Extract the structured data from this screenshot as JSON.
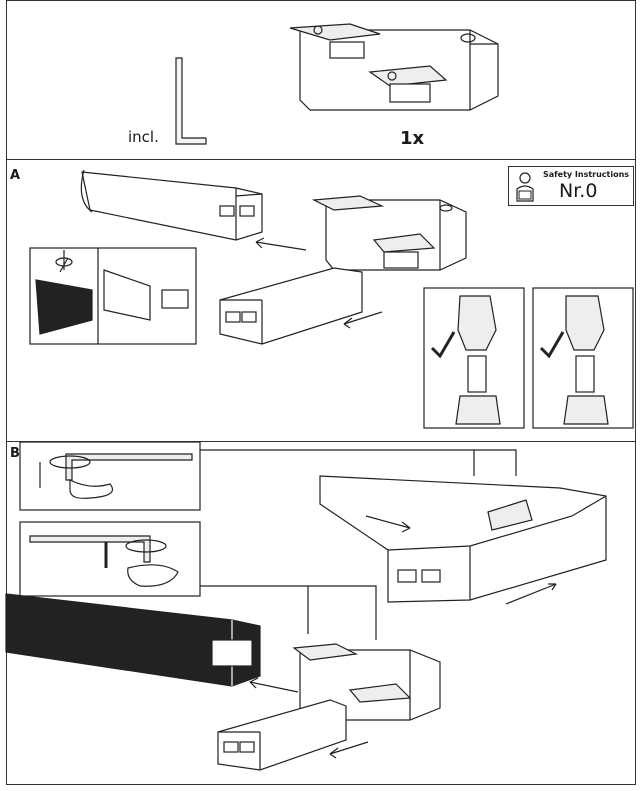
{
  "top": {
    "included_text": "incl.",
    "quantity": "1x"
  },
  "section_a": {
    "label": "A"
  },
  "section_b": {
    "label": "B"
  },
  "safety": {
    "title": "Safety Instructions",
    "number": "Nr.0"
  }
}
